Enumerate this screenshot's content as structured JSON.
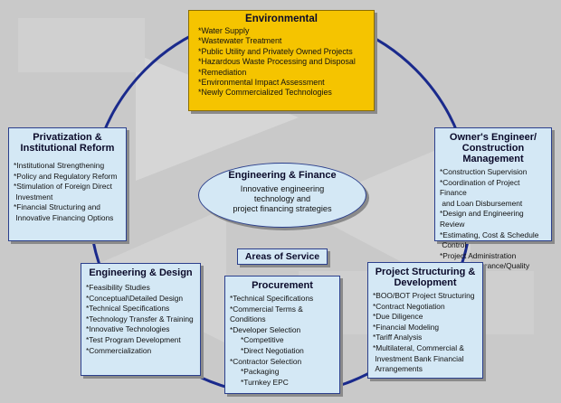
{
  "center": {
    "title": "Engineering & Finance",
    "lines": [
      "Innovative engineering",
      "technology and",
      "project financing strategies"
    ]
  },
  "areas_label": "Areas of Service",
  "boxes": {
    "environmental": {
      "title": "Environmental",
      "items": [
        "*Water Supply",
        "*Wastewater Treatment",
        "*Public Utility and Privately Owned Projects",
        "*Hazardous Waste Processing and Disposal",
        "*Remediation",
        "*Environmental Impact Assessment",
        "*Newly Commercialized Technologies"
      ]
    },
    "privatization": {
      "title_line1": "Privatization &",
      "title_line2": "Institutional Reform",
      "items": [
        "*Institutional Strengthening",
        "*Policy and Regulatory Reform",
        "*Stimulation of Foreign Direct",
        " Investment",
        "*Financial Structuring and",
        " Innovative Financing Options"
      ]
    },
    "owners_engineer": {
      "title_line1": "Owner's Engineer/",
      "title_line2": "Construction Management",
      "items": [
        "*Construction Supervision",
        "*Coordination of Project Finance",
        " and Loan Disbursement",
        "*Design and Engineering Review",
        "*Estimating, Cost & Schedule",
        " Control",
        "*Project Administration",
        "*Quality Assurance/Quality Control"
      ]
    },
    "engineering_design": {
      "title": "Engineering & Design",
      "items": [
        "*Feasibility Studies",
        "*Conceptual\\Detailed Design",
        "*Technical Specifications",
        "*Technology Transfer & Training",
        "*Innovative Technologies",
        "*Test Program Development",
        "*Commercialization"
      ]
    },
    "procurement": {
      "title": "Procurement",
      "items": [
        "*Technical Specifications",
        "*Commercial Terms & Conditions",
        "*Developer Selection",
        "*Competitive",
        "*Direct Negotiation",
        "*Contractor Selection",
        "*Packaging",
        "*Turnkey EPC"
      ]
    },
    "project_structuring": {
      "title_line1": "Project Structuring &",
      "title_line2": "Development",
      "items": [
        "*BOO/BOT Project Structuring",
        "*Contract Negotiation",
        "*Due Diligence",
        "*Financial Modeling",
        "*Tariff Analysis",
        "*Multilateral, Commercial &",
        " Investment Bank Financial",
        " Arrangements"
      ]
    }
  },
  "colors": {
    "background": "#c9c9c9",
    "circle": "#1a2a8c",
    "box_fill": "#d4e8f5",
    "highlight_fill": "#f5c400"
  }
}
